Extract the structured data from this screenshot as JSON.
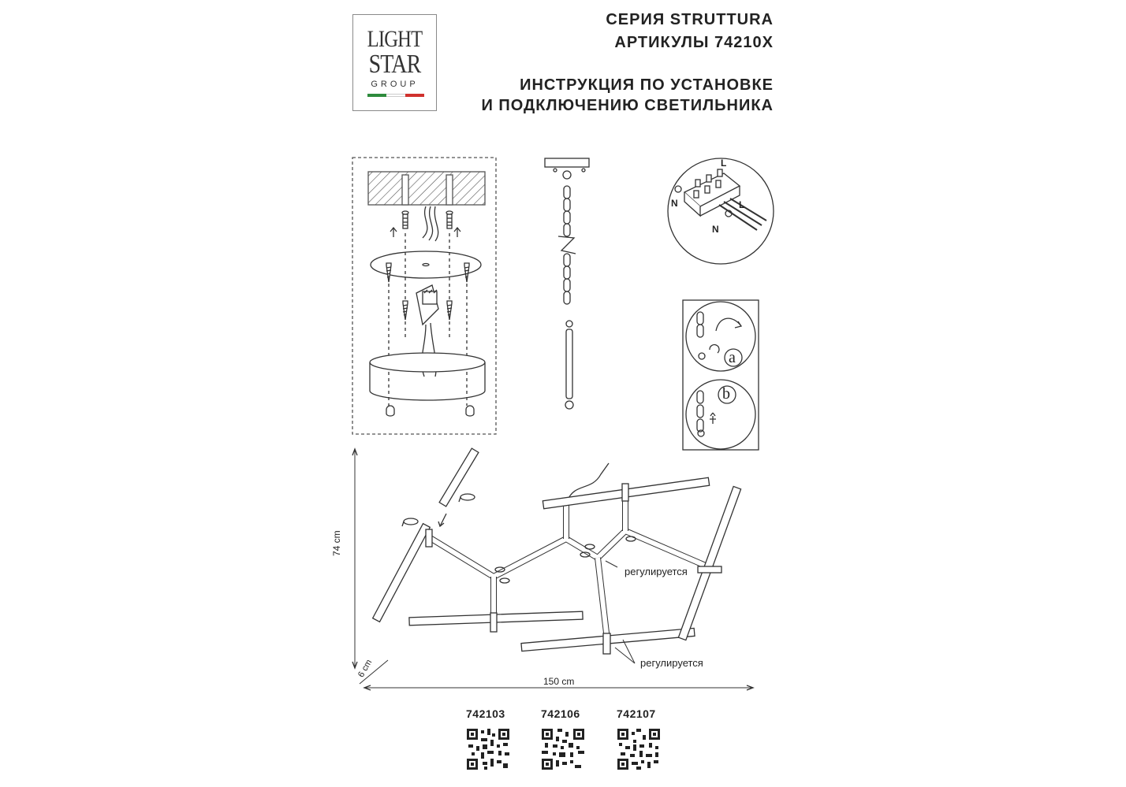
{
  "logo": {
    "line1": "LIGHT",
    "line2": "STAR",
    "line3": "GROUP",
    "flag_colors": [
      "#2e8b3d",
      "#ffffff",
      "#d0312d"
    ]
  },
  "header": {
    "series": "СЕРИЯ STRUTTURA",
    "articles": "АРТИКУЛЫ 74210X",
    "instr_line1": "ИНСТРУКЦИЯ ПО УСТАНОВКЕ",
    "instr_line2": "И ПОДКЛЮЧЕНИЮ СВЕТИЛЬНИКА"
  },
  "wiring": {
    "label_l_top": "L",
    "label_n_top": "N",
    "label_l_bottom": "L",
    "label_n_bottom": "N"
  },
  "chain_steps": {
    "step_a": "a",
    "step_b": "b"
  },
  "dimensions": {
    "height": "74 cm",
    "depth": "6 cm",
    "width": "150 cm"
  },
  "annotations": {
    "adjustable_1": "регулируется",
    "adjustable_2": "регулируется"
  },
  "articles": [
    "742103",
    "742106",
    "742107"
  ]
}
